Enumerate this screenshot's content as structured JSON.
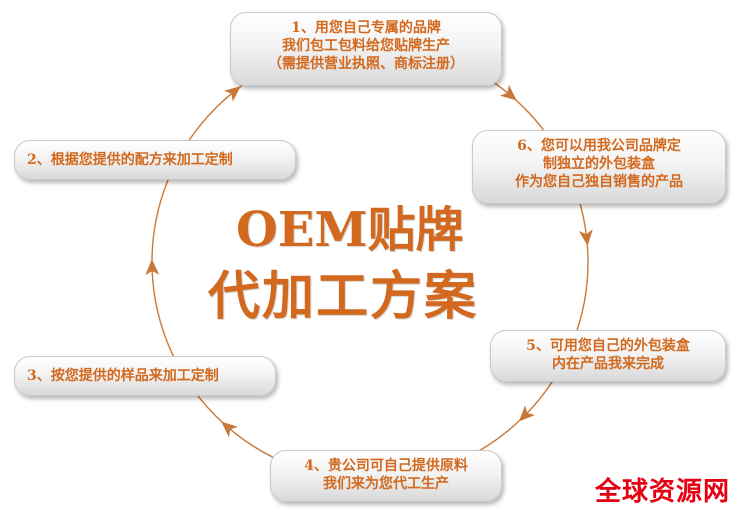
{
  "title": {
    "line1": "OEM贴牌",
    "line2": "代加工方案"
  },
  "steps": [
    {
      "id": 1,
      "lines": [
        "1、用您自己专属的品牌",
        "我们包工包料给您贴牌生产",
        "（需提供营业执照、商标注册）"
      ]
    },
    {
      "id": 2,
      "lines": [
        "2、根据您提供的配方来加工定制"
      ]
    },
    {
      "id": 3,
      "lines": [
        "3、按您提供的样品来加工定制"
      ]
    },
    {
      "id": 4,
      "lines": [
        "4、贵公司可自己提供原料",
        "我们来为您代工生产"
      ]
    },
    {
      "id": 5,
      "lines": [
        "5、可用您自己的外包装盒",
        "内在产品我来完成"
      ]
    },
    {
      "id": 6,
      "lines": [
        "6、您可以用我公司品牌定",
        "制独立的外包装盒",
        "作为您自己独自销售的产品"
      ]
    }
  ],
  "watermark": "全球资源网",
  "colors": {
    "accent": "#d2691e",
    "watermark": "#e60012",
    "box_top": "#ffffff",
    "box_bottom": "#d9d9d9",
    "ring": "#c8793a"
  },
  "icons": [
    "arrowhead-icon"
  ]
}
